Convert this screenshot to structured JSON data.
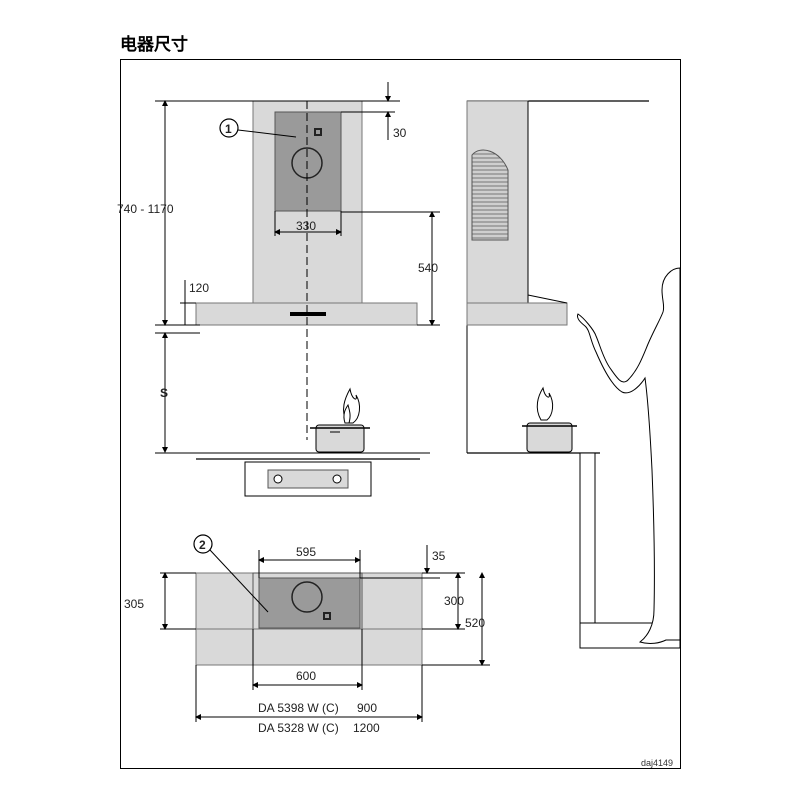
{
  "title": "电器尺寸",
  "dimensions": {
    "height_range": "740 - 1170",
    "duct_offset": "30",
    "duct_width_front": "330",
    "chimney_lower": "540",
    "canopy_height": "120",
    "clearance": "S",
    "top_width": "595",
    "top_offset": "35",
    "depth_left": "305",
    "duct_depth": "300",
    "total_depth": "520",
    "chimney_width": "600"
  },
  "callouts": [
    "1",
    "2"
  ],
  "models": [
    {
      "name": "DA 5398 W (C)",
      "width": "900"
    },
    {
      "name": "DA 5328 W (C)",
      "width": "1200"
    }
  ],
  "code": "daj4149",
  "colors": {
    "panel": "#d9d9d9",
    "dark_panel": "#9a9a9a",
    "line": "#000000"
  }
}
